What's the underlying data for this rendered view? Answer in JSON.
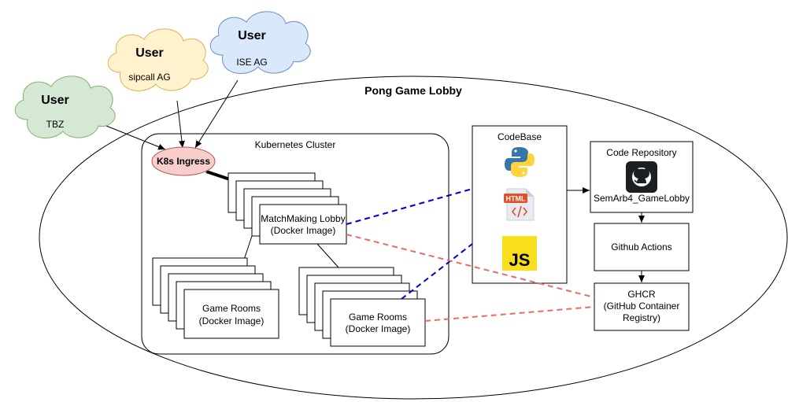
{
  "title": "Pong Game Lobby",
  "users": [
    {
      "heading": "User",
      "org": "TBZ",
      "fill": "#d5e8d4",
      "stroke": "#82b366"
    },
    {
      "heading": "User",
      "org": "sipcall AG",
      "fill": "#fff2cc",
      "stroke": "#d6b656"
    },
    {
      "heading": "User",
      "org": "ISE AG",
      "fill": "#dae8fc",
      "stroke": "#6c8ebf"
    }
  ],
  "cluster": {
    "label": "Kubernetes Cluster"
  },
  "ingress": {
    "label": "K8s Ingress",
    "fill": "#f8cecc",
    "stroke": "#b85450"
  },
  "matchmaking": {
    "line1": "MatchMaking Lobby",
    "line2": "(Docker Image)"
  },
  "game_rooms_left": {
    "line1": "Game Rooms",
    "line2": "(Docker Image)"
  },
  "game_rooms_right": {
    "line1": "Game Rooms",
    "line2": "(Docker Image)"
  },
  "codebase": {
    "label": "CodeBase",
    "icons": [
      "python-icon",
      "html-icon",
      "javascript-icon"
    ],
    "html_badge": "HTML",
    "js_badge": "JS"
  },
  "repo": {
    "label": "Code Repository",
    "name": "SemArb4_GameLobby",
    "icon": "github-icon"
  },
  "actions": {
    "label": "Github Actions"
  },
  "ghcr": {
    "line1": "GHCR",
    "line2": "(GitHub Container",
    "line3": "Registry)"
  },
  "colors": {
    "blue_dash": "#0000cc",
    "red_dash": "#ea6b66",
    "python_blue": "#3776ab",
    "python_yellow": "#ffd43b",
    "html_orange": "#e34f26",
    "js_yellow": "#f7df1e"
  }
}
